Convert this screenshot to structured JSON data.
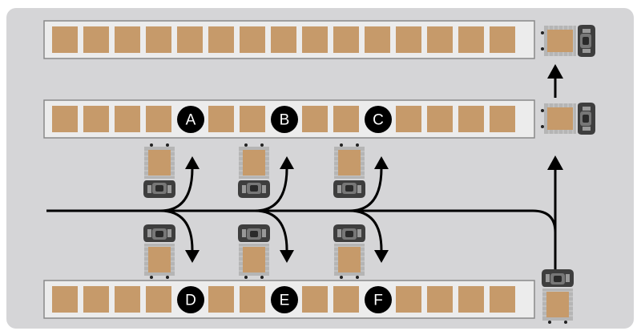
{
  "diagram": {
    "colors": {
      "floor": "#d5d5d7",
      "rack": "#ececec",
      "box": "#c69a6a",
      "marker": "#000000",
      "path": "#000000",
      "robot": "#4a4a4a"
    },
    "racks": [
      {
        "slots": 15,
        "markers": []
      },
      {
        "slots": 15,
        "markers": [
          {
            "slot": 4,
            "label": "A"
          },
          {
            "slot": 7,
            "label": "B"
          },
          {
            "slot": 10,
            "label": "C"
          }
        ]
      },
      {
        "slots": 15,
        "markers": [
          {
            "slot": 4,
            "label": "D"
          },
          {
            "slot": 7,
            "label": "E"
          },
          {
            "slot": 10,
            "label": "F"
          }
        ]
      }
    ],
    "icons": [
      "robot-with-cart-icon",
      "arrow-up-icon",
      "arrow-down-icon"
    ]
  }
}
